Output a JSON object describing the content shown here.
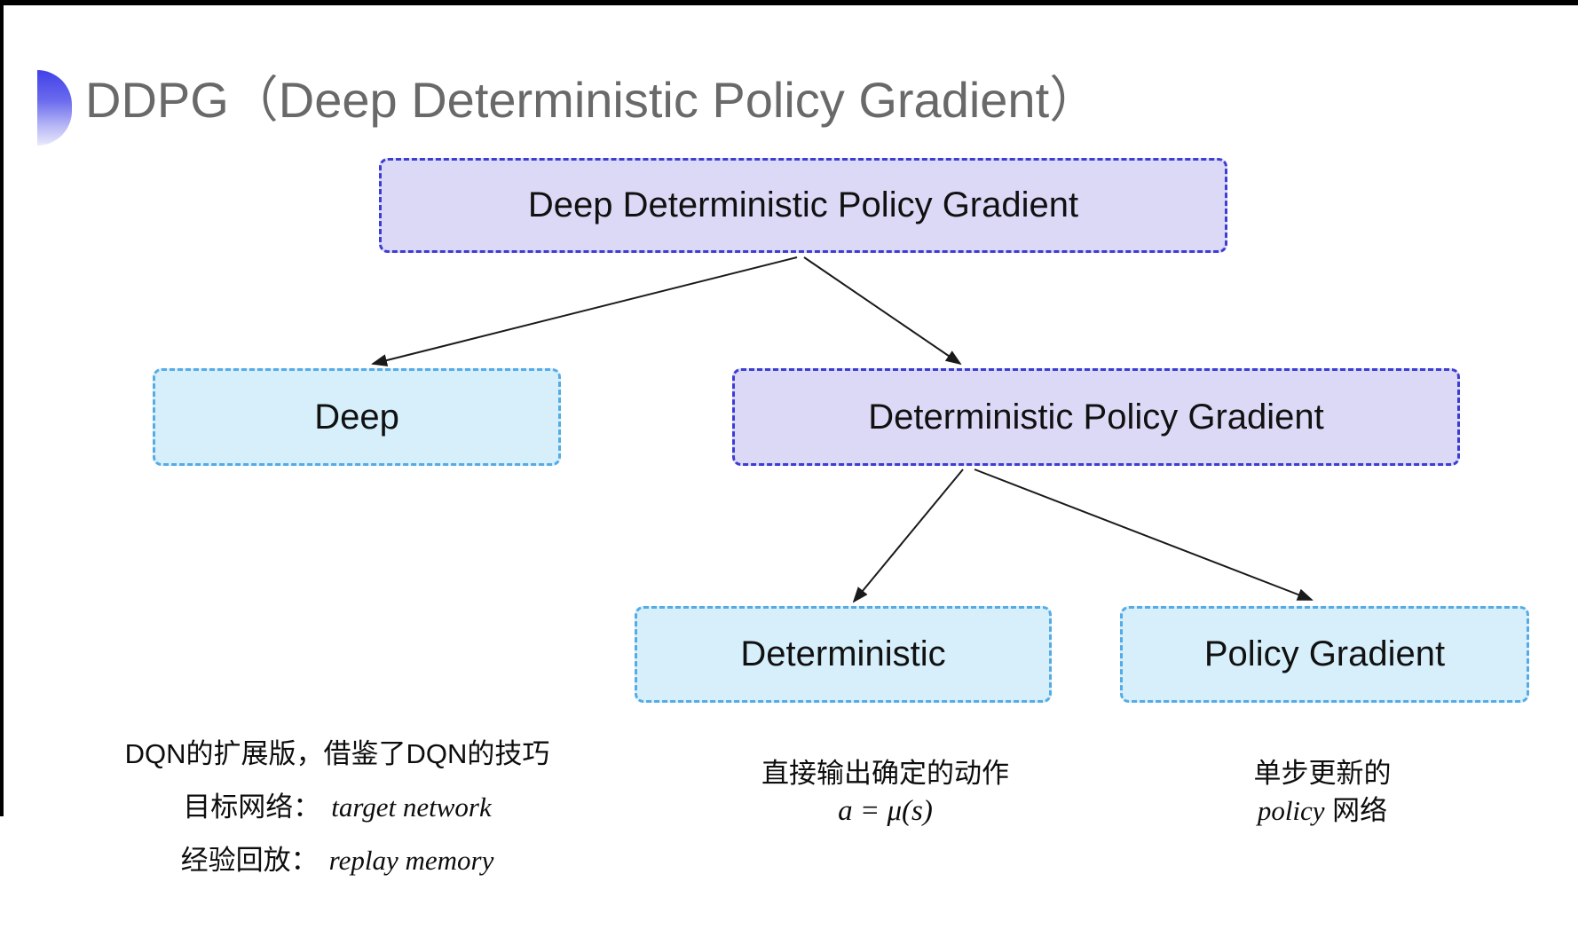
{
  "colors": {
    "purple_fill": "#dcd9f7",
    "purple_border": "#3d3dd2",
    "cyan_fill": "#d6effb",
    "cyan_border": "#55ace4",
    "title_text": "#696969",
    "node_text": "#111111",
    "annotation_text": "#0d0d0d",
    "arrow": "#1a1a1a",
    "bullet_top": "#4141e8",
    "bullet_bottom": "#e9e9fc"
  },
  "title": {
    "text": "DDPG（Deep Deterministic Policy Gradient）"
  },
  "diagram": {
    "nodes": [
      {
        "id": "root",
        "label": "Deep Deterministic Policy Gradient",
        "variant": "purple"
      },
      {
        "id": "deep",
        "label": "Deep",
        "variant": "cyan"
      },
      {
        "id": "dpg",
        "label": "Deterministic Policy Gradient",
        "variant": "purple"
      },
      {
        "id": "deterministic",
        "label": "Deterministic",
        "variant": "cyan"
      },
      {
        "id": "policy-gradient",
        "label": "Policy Gradient",
        "variant": "cyan"
      }
    ],
    "edges": [
      {
        "from": "root",
        "to": "deep"
      },
      {
        "from": "root",
        "to": "dpg"
      },
      {
        "from": "dpg",
        "to": "deterministic"
      },
      {
        "from": "dpg",
        "to": "policy-gradient"
      }
    ]
  },
  "annotations": {
    "left": {
      "line1": "DQN的扩展版，借鉴了DQN的技巧",
      "line2_zh": "目标网络：",
      "line2_en": "target network",
      "line3_zh": "经验回放：",
      "line3_en": "replay memory"
    },
    "mid": {
      "line1": "直接输出确定的动作",
      "formula": "a = μ(s)"
    },
    "right": {
      "line1": "单步更新的",
      "line2_en": "policy",
      "line2_zh": " 网络"
    }
  }
}
